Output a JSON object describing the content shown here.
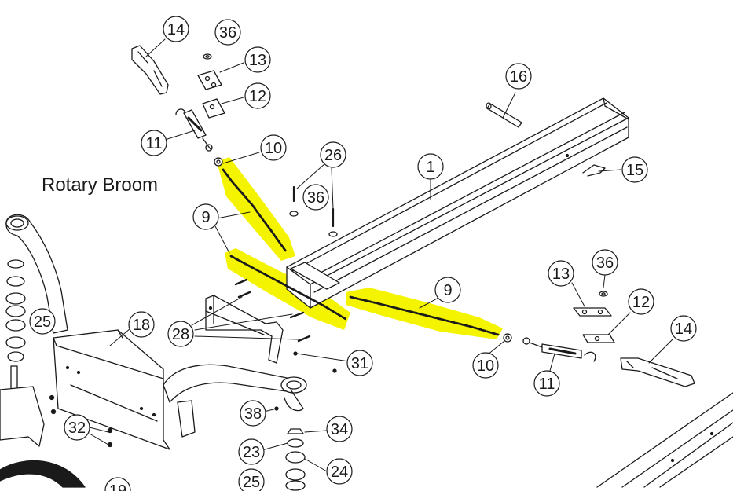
{
  "title": "Rotary Broom",
  "highlight_color": "#f4f400",
  "callouts": [
    {
      "id": "c14a",
      "label": "14"
    },
    {
      "id": "c36a",
      "label": "36"
    },
    {
      "id": "c13a",
      "label": "13"
    },
    {
      "id": "c12a",
      "label": "12"
    },
    {
      "id": "c11a",
      "label": "11"
    },
    {
      "id": "c10a",
      "label": "10"
    },
    {
      "id": "c26",
      "label": "26"
    },
    {
      "id": "c36b",
      "label": "36"
    },
    {
      "id": "c9a",
      "label": "9"
    },
    {
      "id": "c1",
      "label": "1"
    },
    {
      "id": "c16",
      "label": "16"
    },
    {
      "id": "c15",
      "label": "15"
    },
    {
      "id": "c13b",
      "label": "13"
    },
    {
      "id": "c36c",
      "label": "36"
    },
    {
      "id": "c12b",
      "label": "12"
    },
    {
      "id": "c9b",
      "label": "9"
    },
    {
      "id": "c14b",
      "label": "14"
    },
    {
      "id": "c10b",
      "label": "10"
    },
    {
      "id": "c11b",
      "label": "11"
    },
    {
      "id": "c18",
      "label": "18"
    },
    {
      "id": "c25a",
      "label": "25"
    },
    {
      "id": "c28",
      "label": "28"
    },
    {
      "id": "c31",
      "label": "31"
    },
    {
      "id": "c38",
      "label": "38"
    },
    {
      "id": "c34",
      "label": "34"
    },
    {
      "id": "c32",
      "label": "32"
    },
    {
      "id": "c23",
      "label": "23"
    },
    {
      "id": "c24",
      "label": "24"
    },
    {
      "id": "c25b",
      "label": "25"
    },
    {
      "id": "c19",
      "label": "19"
    }
  ]
}
